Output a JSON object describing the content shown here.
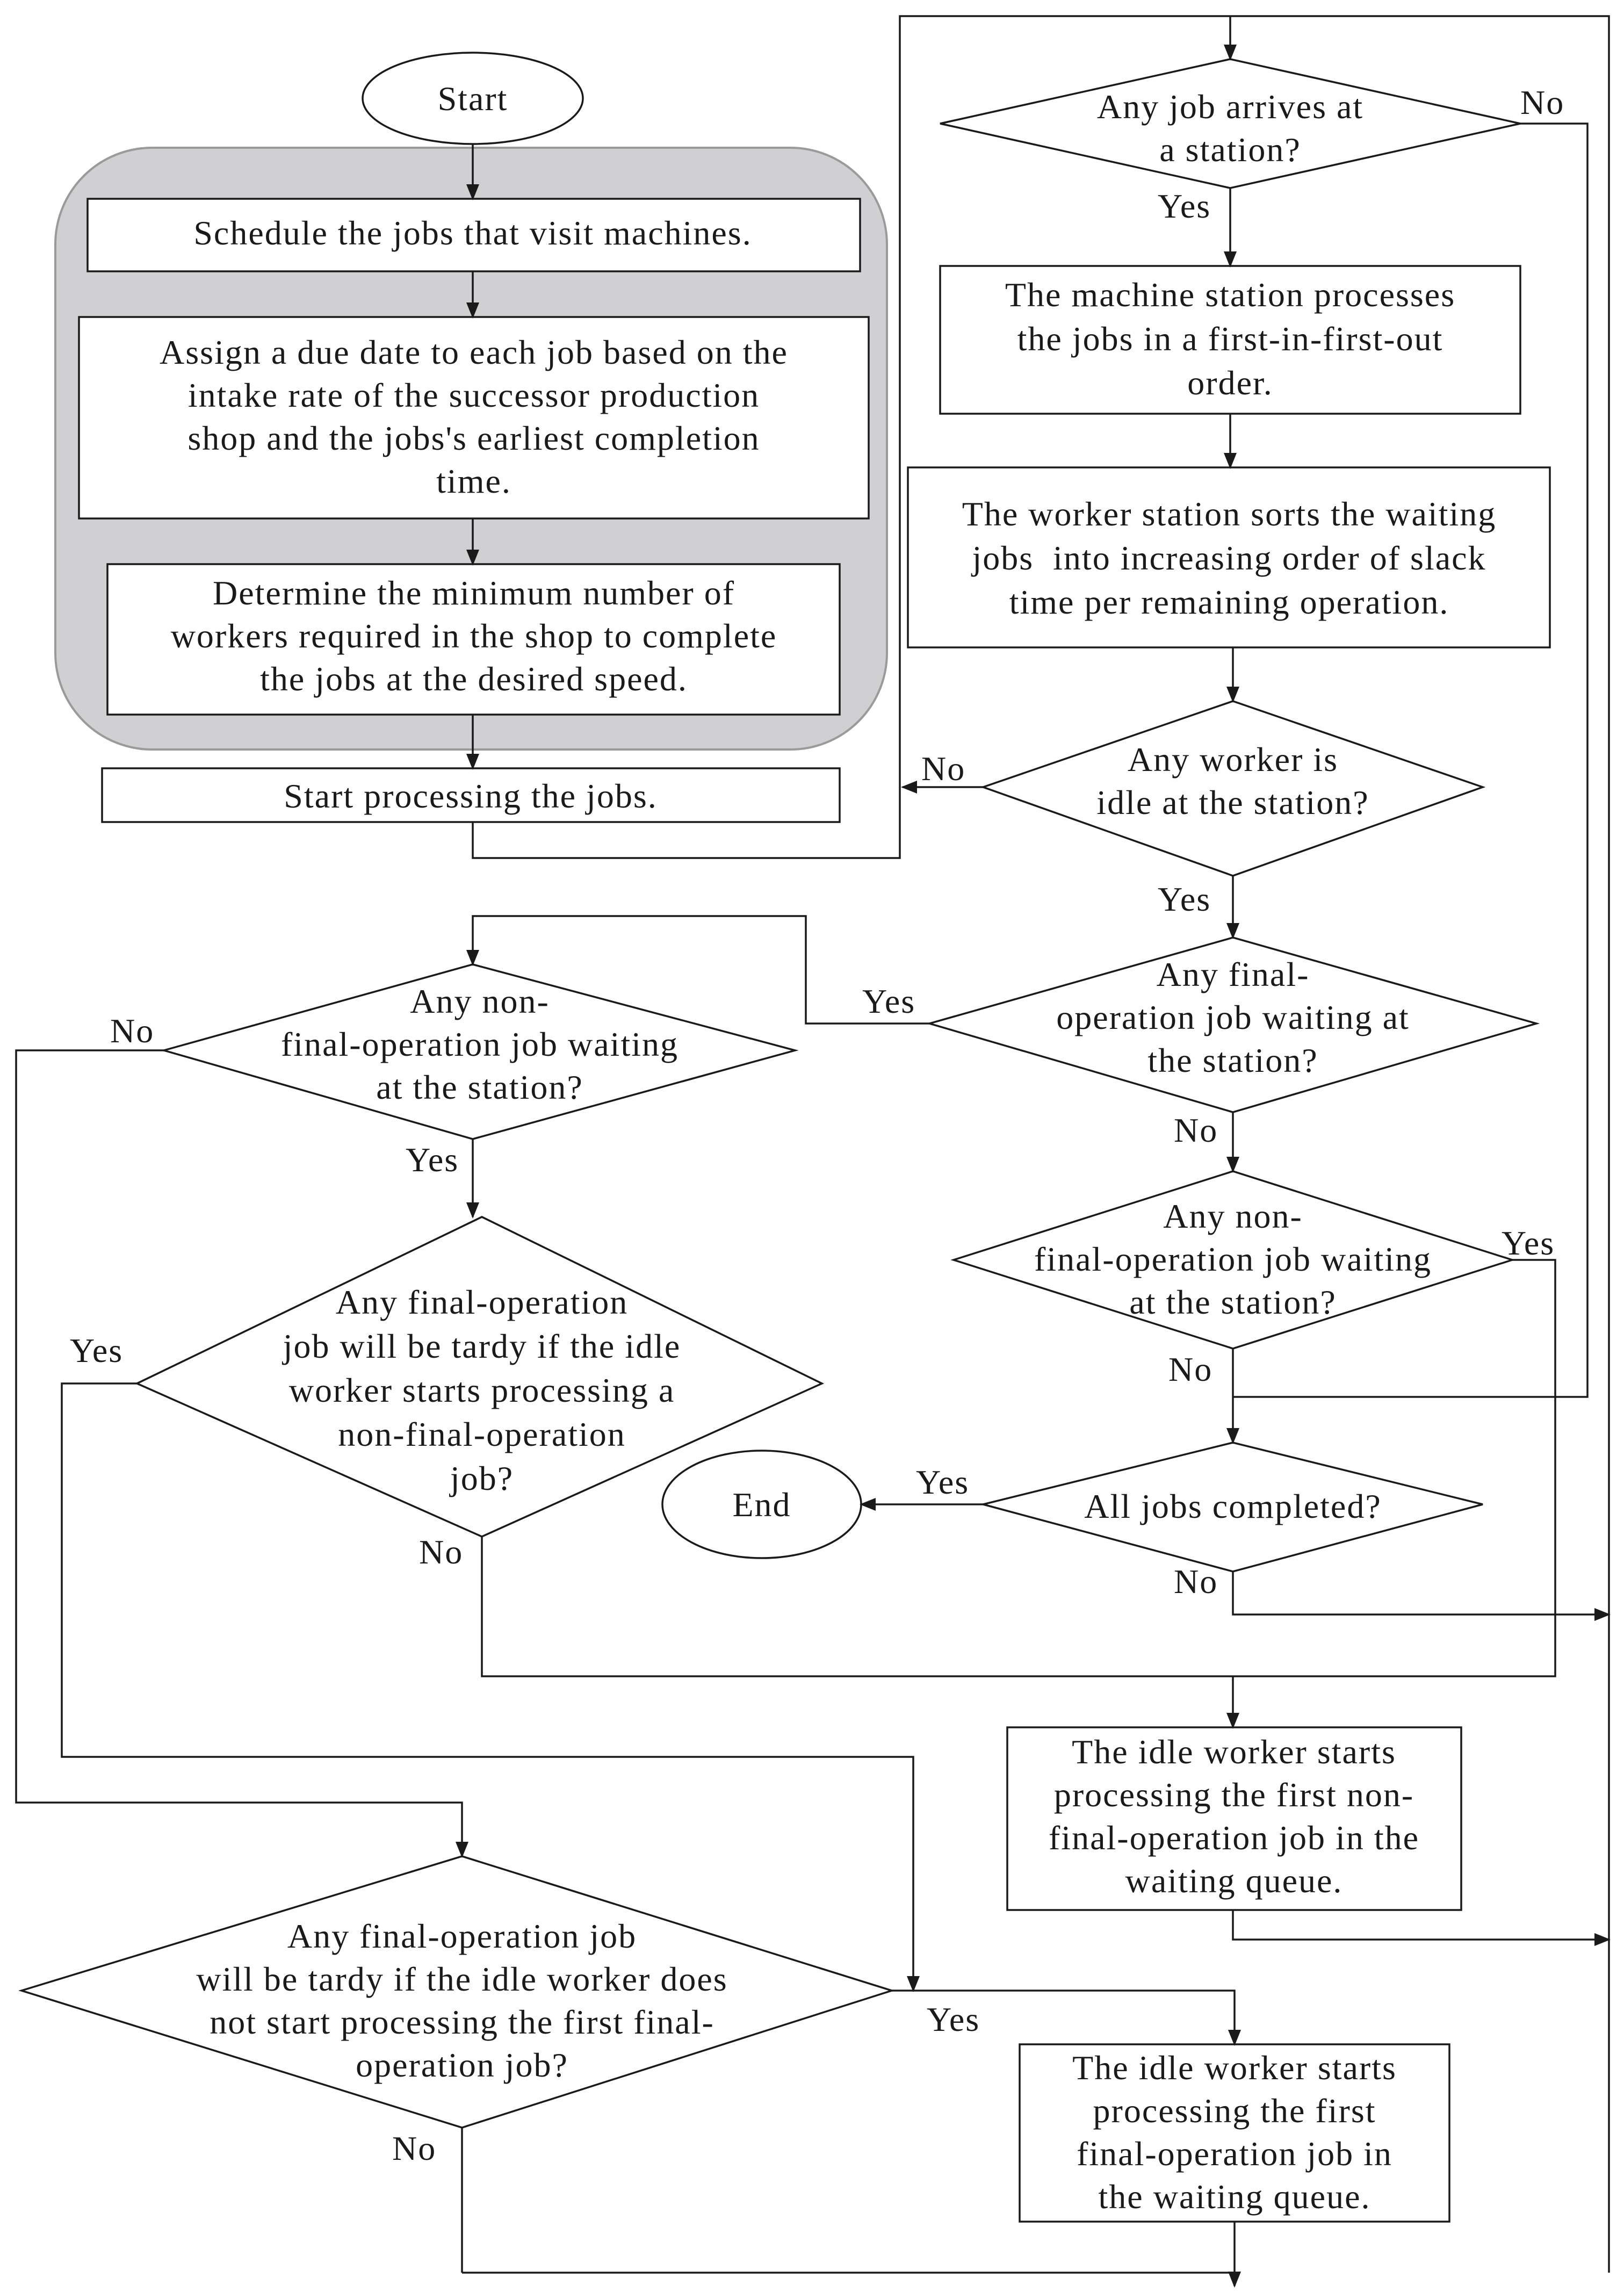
{
  "nodes": {
    "start": "Start",
    "schedule": [
      "Schedule the jobs that visit machines."
    ],
    "assign": [
      "Assign a due date to each job based on the",
      "intake rate of the successor production",
      "shop and the jobs's earliest completion",
      "time."
    ],
    "determine": [
      "Determine the minimum number of",
      "workers required in the shop to complete",
      "the jobs at the desired speed."
    ],
    "start_processing": [
      "Start processing the jobs."
    ],
    "arrives": [
      "Any job arrives at",
      "a station?"
    ],
    "fifo": [
      "The machine station processes",
      "the jobs in a first-in-first-out",
      "order."
    ],
    "sort": [
      "The worker station sorts the waiting",
      "jobs  into increasing order of slack",
      "time per remaining operation."
    ],
    "idle": [
      "Any worker is",
      "idle at the station?"
    ],
    "final_waiting": [
      "Any final-",
      "operation job waiting at",
      "the station?"
    ],
    "nonfinal_left": [
      "Any non-",
      "final-operation job waiting",
      "at the station?"
    ],
    "nonfinal_right": [
      "Any non-",
      "final-operation job waiting",
      "at the station?"
    ],
    "tardy_nonfinal": [
      "Any final-operation",
      "job will be tardy if the idle",
      "worker starts processing a",
      "non-final-operation",
      "job?"
    ],
    "all_completed": [
      "All jobs completed?"
    ],
    "end": "End",
    "start_nonfinal": [
      "The idle worker starts",
      "processing the first non-",
      "final-operation job in the",
      "waiting queue."
    ],
    "tardy_final": [
      "Any final-operation job",
      "will be tardy if the idle worker does",
      "not start processing the first final-",
      "operation job?"
    ],
    "start_final": [
      "The idle worker starts",
      "processing the first",
      "final-operation job in",
      "the waiting queue."
    ]
  },
  "labels": {
    "arrives_no": "No",
    "arrives_yes": "Yes",
    "idle_no": "No",
    "idle_yes": "Yes",
    "final_yes": "Yes",
    "final_no": "No",
    "nonfinal_left_no": "No",
    "nonfinal_left_yes": "Yes",
    "nonfinal_right_yes": "Yes",
    "nonfinal_right_no": "No",
    "tardy_nonfinal_yes": "Yes",
    "tardy_nonfinal_no": "No",
    "completed_yes": "Yes",
    "completed_no": "No",
    "tardy_final_yes": "Yes",
    "tardy_final_no": "No"
  },
  "colors": {
    "group_fill": "#d0d0d2",
    "line": "#1a1a1a"
  }
}
